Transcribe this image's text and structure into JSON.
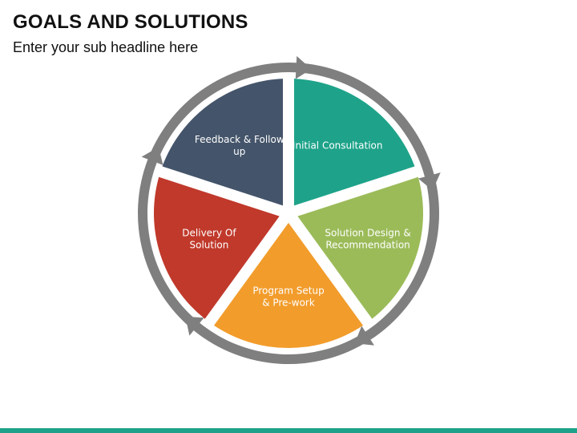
{
  "header": {
    "title": "GOALS AND SOLUTIONS",
    "subtitle": "Enter your sub headline here"
  },
  "colors": {
    "arrow": "#7f7f7f",
    "accent_bar": "#1ea38a"
  },
  "segments": [
    {
      "id": "initial-consultation",
      "lines": [
        "Initial Consultation"
      ],
      "color": "#1ea38a"
    },
    {
      "id": "solution-design",
      "lines": [
        "Solution Design &",
        "Recommendation"
      ],
      "color": "#9bbb59"
    },
    {
      "id": "program-setup",
      "lines": [
        "Program Setup",
        "& Pre-work"
      ],
      "color": "#f29c2b"
    },
    {
      "id": "delivery",
      "lines": [
        "Delivery Of",
        "Solution"
      ],
      "color": "#c0392b"
    },
    {
      "id": "feedback",
      "lines": [
        "Feedback & Follow",
        "up"
      ],
      "color": "#44546a"
    }
  ]
}
